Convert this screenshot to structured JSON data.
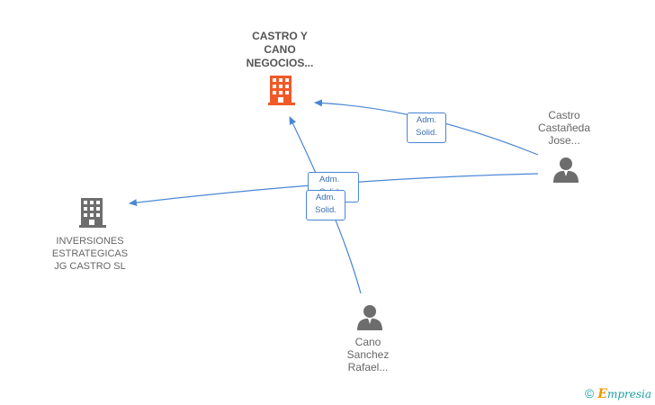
{
  "nodes": {
    "castro_cano": {
      "label_lines": [
        "CASTRO Y",
        "CANO",
        "NEGOCIOS..."
      ],
      "color": "#f05a28",
      "icon": "building-icon"
    },
    "inversiones": {
      "label_lines": [
        "INVERSIONES",
        "ESTRATEGICAS",
        "JG CASTRO  SL"
      ],
      "color": "#6d6d6d",
      "icon": "building-icon"
    },
    "castro_castaneda": {
      "label_lines": [
        "Castro",
        "Castañeda",
        "Jose..."
      ],
      "color": "#6d6d6d",
      "icon": "person-icon"
    },
    "cano_sanchez": {
      "label_lines": [
        "Cano",
        "Sanchez",
        "Rafael..."
      ],
      "color": "#6d6d6d",
      "icon": "person-icon"
    }
  },
  "edge_labels": {
    "castaneda_to_castro_cano": [
      "Adm.",
      "Solid."
    ],
    "castaneda_to_inversiones": [
      "Adm.",
      "Solid."
    ],
    "cano_to_castro_cano": [
      "Adm.",
      "Solid."
    ]
  },
  "edge_color": "#4a86d4",
  "brand": {
    "copyright": "©",
    "initial": "E",
    "rest": "mpresia"
  }
}
